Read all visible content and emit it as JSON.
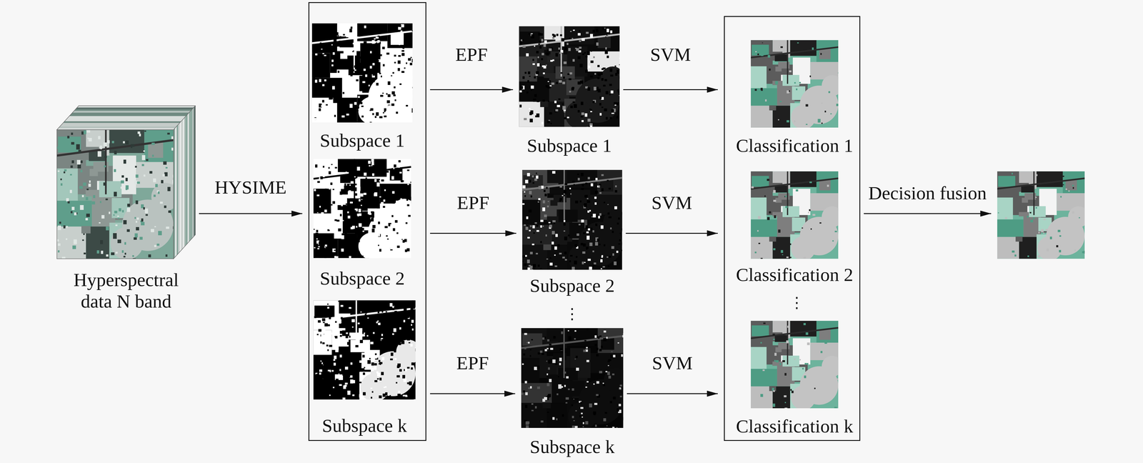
{
  "diagram": {
    "nodes": [
      {
        "text": [
          "Hyperspectral data N band"
        ]
      },
      {
        "text": []
      },
      {
        "text": [
          "Subspace 1"
        ],
        "in": 1
      },
      {
        "text": [
          "Subspace 2"
        ],
        "in": 1
      },
      {
        "text": [
          "Subspace k"
        ],
        "in": 1
      },
      {
        "text": [
          "Subspace 1"
        ]
      },
      {
        "text": [
          "Subspace 2"
        ]
      },
      {
        "text": [
          "Subspace k"
        ]
      },
      {
        "text": []
      },
      {
        "text": [
          "Classification 1"
        ],
        "in": 8
      },
      {
        "text": [
          "Classification 2"
        ],
        "in": 8
      },
      {
        "text": [
          "Classification k"
        ],
        "in": 8
      },
      {
        "text": []
      }
    ],
    "edges": [
      {
        "from": 0,
        "to": 1,
        "label": "HYSIME",
        "arrow": "to"
      },
      {
        "from": 2,
        "to": 5,
        "label": "EPF",
        "arrow": "to"
      },
      {
        "from": 3,
        "to": 6,
        "label": "EPF",
        "arrow": "to"
      },
      {
        "from": 4,
        "to": 7,
        "label": "EPF",
        "arrow": "to"
      },
      {
        "from": 5,
        "to": 9,
        "label": "SVM",
        "arrow": "to"
      },
      {
        "from": 6,
        "to": 10,
        "label": "SVM",
        "arrow": "to"
      },
      {
        "from": 7,
        "to": 11,
        "label": "SVM",
        "arrow": "to"
      },
      {
        "from": 8,
        "to": 12,
        "label": "Decision fusion",
        "arrow": "to"
      }
    ],
    "labels": [
      "⋮",
      "⋮"
    ]
  }
}
